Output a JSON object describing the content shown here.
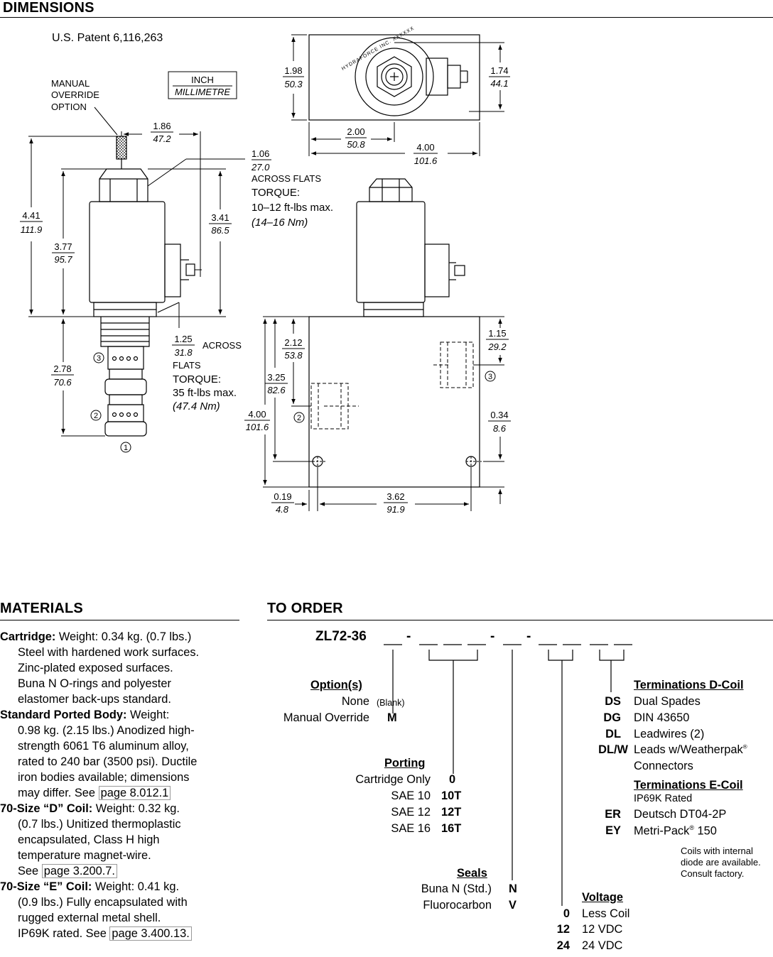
{
  "sections": {
    "dimensions": "DIMENSIONS",
    "materials": "MATERIALS",
    "to_order": "TO ORDER"
  },
  "drawing": {
    "patent": "U.S. Patent 6,116,263",
    "unit_inch": "INCH",
    "unit_mm": "MILLIMETRE",
    "manual_override": [
      "MANUAL",
      "OVERRIDE",
      "OPTION"
    ],
    "top_view": {
      "d198": "1.98",
      "d198mm": "50.3",
      "d174": "1.74",
      "d174mm": "44.1",
      "d200": "2.00",
      "d200mm": "50.8",
      "d400": "4.00",
      "d400mm": "101.6",
      "ring_text": "HYDRAFORCE INC. XXXXXX"
    },
    "side_view": {
      "d186": "1.86",
      "d186mm": "47.2",
      "d106": "1.06",
      "d106mm": "27.0",
      "across_flats_1": "ACROSS FLATS",
      "torque_1": "TORQUE:",
      "torque_1_val": "10–12 ft-lbs max.",
      "torque_1_nm": "(14–16 Nm)",
      "d441": "4.41",
      "d441mm": "111.9",
      "d377": "3.77",
      "d377mm": "95.7",
      "d341": "3.41",
      "d341mm": "86.5",
      "d125": "1.25",
      "d125mm": "31.8",
      "across": "ACROSS",
      "flats": "FLATS",
      "torque_2": "TORQUE:",
      "torque_2_val": "35 ft-lbs max.",
      "torque_2_nm": "(47.4 Nm)",
      "d278": "2.78",
      "d278mm": "70.6",
      "port1": "1",
      "port2": "2",
      "port3": "3"
    },
    "body_view": {
      "d212": "2.12",
      "d212mm": "53.8",
      "d325": "3.25",
      "d325mm": "82.6",
      "d400b": "4.00",
      "d400bmm": "101.6",
      "d115": "1.15",
      "d115mm": "29.2",
      "d034": "0.34",
      "d034mm": "8.6",
      "d019": "0.19",
      "d019mm": "4.8",
      "d362": "3.62",
      "d362mm": "91.9",
      "port2": "2",
      "port3": "3"
    }
  },
  "materials": {
    "cartridge_label": "Cartridge:",
    "cartridge_lines": [
      " Weight: 0.34 kg. (0.7 lbs.)",
      "Steel with hardened work surfaces.",
      "Zinc-plated exposed surfaces.",
      "Buna N O-rings and polyester",
      "elastomer back-ups standard."
    ],
    "body_label": "Standard Ported Body:",
    "body_lines": [
      " Weight:",
      "0.98 kg. (2.15 lbs.) Anodized high-",
      "strength 6061 T6 aluminum alloy,",
      "rated to 240 bar (3500 psi). Ductile",
      "iron bodies available; dimensions",
      "may differ. See "
    ],
    "body_ref": "page 8.012.1",
    "dcoil_label": "70-Size “D” Coil:",
    "dcoil_lines": [
      " Weight: 0.32 kg.",
      "(0.7 lbs.) Unitized thermoplastic",
      "encapsulated, Class H high",
      "temperature magnet-wire.",
      "See "
    ],
    "dcoil_ref": "page 3.200.7.",
    "ecoil_label": "70-Size “E” Coil:",
    "ecoil_lines": [
      " Weight: 0.41 kg.",
      "(0.9 lbs.) Fully encapsulated with",
      "rugged external metal shell.",
      "IP69K rated. See "
    ],
    "ecoil_ref": "page 3.400.13."
  },
  "order": {
    "model": "ZL72-36",
    "dash": "-",
    "options": {
      "title": "Option(s)",
      "none": "None",
      "none_code": "(Blank)",
      "manual": "Manual Override",
      "manual_code": "M"
    },
    "porting": {
      "title": "Porting",
      "items": [
        {
          "name": "Cartridge Only",
          "code": "0"
        },
        {
          "name": "SAE 10",
          "code": "10T"
        },
        {
          "name": "SAE 12",
          "code": "12T"
        },
        {
          "name": "SAE 16",
          "code": "16T"
        }
      ]
    },
    "seals": {
      "title": "Seals",
      "items": [
        {
          "name": "Buna N (Std.)",
          "code": "N"
        },
        {
          "name": "Fluorocarbon",
          "code": "V"
        }
      ]
    },
    "voltage": {
      "title": "Voltage",
      "items": [
        {
          "code": "0",
          "name": "Less Coil"
        },
        {
          "code": "12",
          "name": "12 VDC"
        },
        {
          "code": "24",
          "name": "24 VDC"
        }
      ]
    },
    "term_d": {
      "title": "Terminations D-Coil",
      "items": [
        {
          "code": "DS",
          "name": "Dual Spades"
        },
        {
          "code": "DG",
          "name": "DIN 43650"
        },
        {
          "code": "DL",
          "name": "Leadwires (2)"
        },
        {
          "code": "DL/W",
          "name": "Leads w/Weatherpak"
        }
      ],
      "weatherpak_mark": "®",
      "connectors": "Connectors"
    },
    "term_e": {
      "title": "Terminations E-Coil",
      "subtitle": "IP69K Rated",
      "items": [
        {
          "code": "ER",
          "name": "Deutsch DT04-2P"
        },
        {
          "code": "EY",
          "name": "Metri-Pack"
        }
      ],
      "metripack_mark": "®",
      "metripack_num": " 150"
    },
    "note": [
      "Coils with internal",
      "diode are available.",
      "Consult factory."
    ]
  }
}
